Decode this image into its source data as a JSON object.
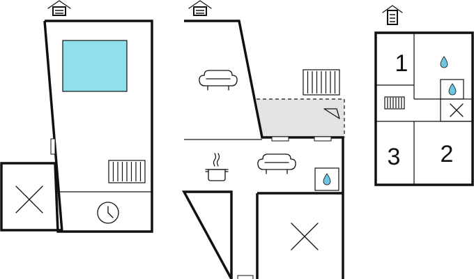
{
  "floorplan": {
    "rooms": [
      {
        "label": "1"
      },
      {
        "label": "2"
      },
      {
        "label": "3"
      }
    ],
    "icons": [
      "house-icon",
      "pool",
      "radiator-icon",
      "clock-icon",
      "sofa-icon",
      "cooking-pot-icon",
      "water-drop-icon",
      "cross-icon",
      "terrace-arrow-icon"
    ],
    "colors": {
      "pool": "#8fe0ec",
      "terrace": "#e3e3e3",
      "wall": "#111111"
    }
  }
}
